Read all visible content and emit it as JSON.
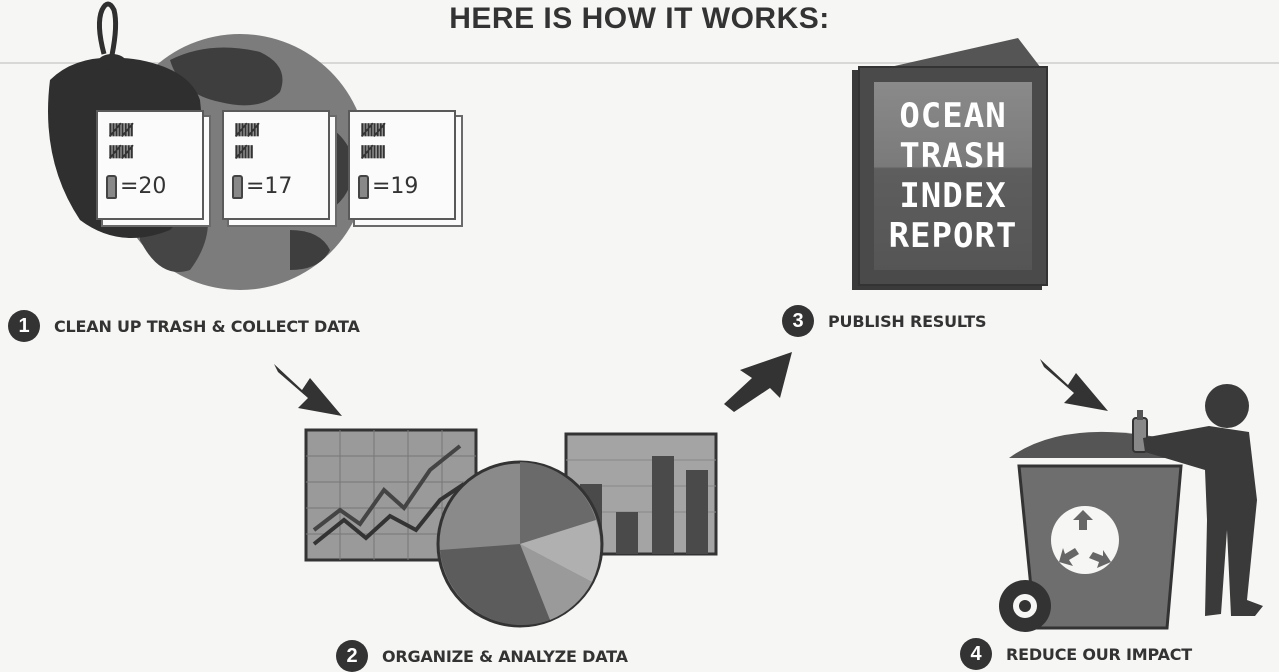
{
  "title": "HERE IS HOW IT WORKS:",
  "steps": [
    {
      "number": "1",
      "label": "CLEAN UP TRASH & COLLECT DATA"
    },
    {
      "number": "2",
      "label": "ORGANIZE & ANALYZE DATA"
    },
    {
      "number": "3",
      "label": "PUBLISH RESULTS"
    },
    {
      "number": "4",
      "label": "REDUCE OUR IMPACT"
    }
  ],
  "tally_sheets": [
    {
      "count": "=20"
    },
    {
      "count": "=17"
    },
    {
      "count": "=19"
    }
  ],
  "report": {
    "lines": [
      "OCEAN",
      "TRASH",
      "INDEX",
      "REPORT"
    ]
  },
  "icons": [
    "trash-bag-icon",
    "globe-icon",
    "tally-sheet-icon",
    "bottle-icon",
    "line-chart-icon",
    "pie-chart-icon",
    "bar-chart-icon",
    "report-booklet-icon",
    "recycling-bin-icon",
    "recycle-symbol-icon",
    "person-icon",
    "arrow-icon"
  ]
}
